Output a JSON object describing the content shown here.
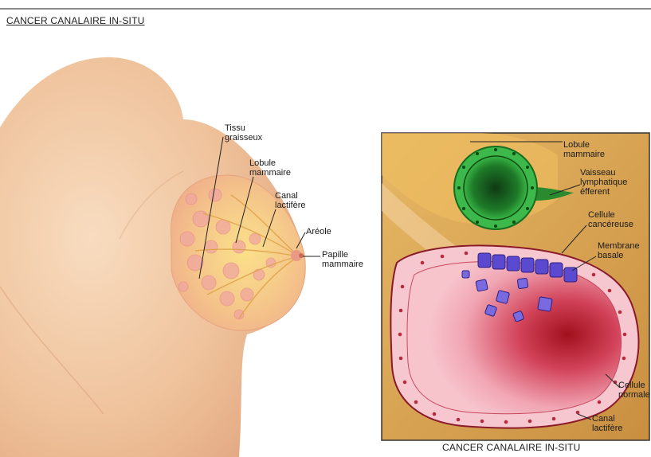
{
  "header": {
    "title": "CANCER CANALAIRE IN-SITU"
  },
  "breast_labels": {
    "tissu": "Tissu\ngraisseux",
    "lobule": "Lobule\nmammaire",
    "canal": "Canal\nlactifère",
    "areole": "Aréole",
    "papille": "Papille\nmammaire"
  },
  "detail_labels": {
    "lobule": "Lobule\nmammaire",
    "vaisseau": "Vaisseau\nlymphatique\néfferent",
    "cellule_cancereuse": "Cellule\ncancéreuse",
    "membrane": "Membrane\nbasale",
    "cellule_normale": "Cellule\nnormale",
    "canal": "Canal\nlactifère"
  },
  "footer": {
    "caption": "CANCER CANALAIRE IN-SITU"
  },
  "colors": {
    "skin": "#efc39c",
    "breast_fat": "#f4d88a",
    "duct_red": "#b0101e",
    "lymph_green": "#1e9a2a",
    "cancer_cell_purple": "#5b4ad0",
    "detail_bg": "#d7a552"
  }
}
